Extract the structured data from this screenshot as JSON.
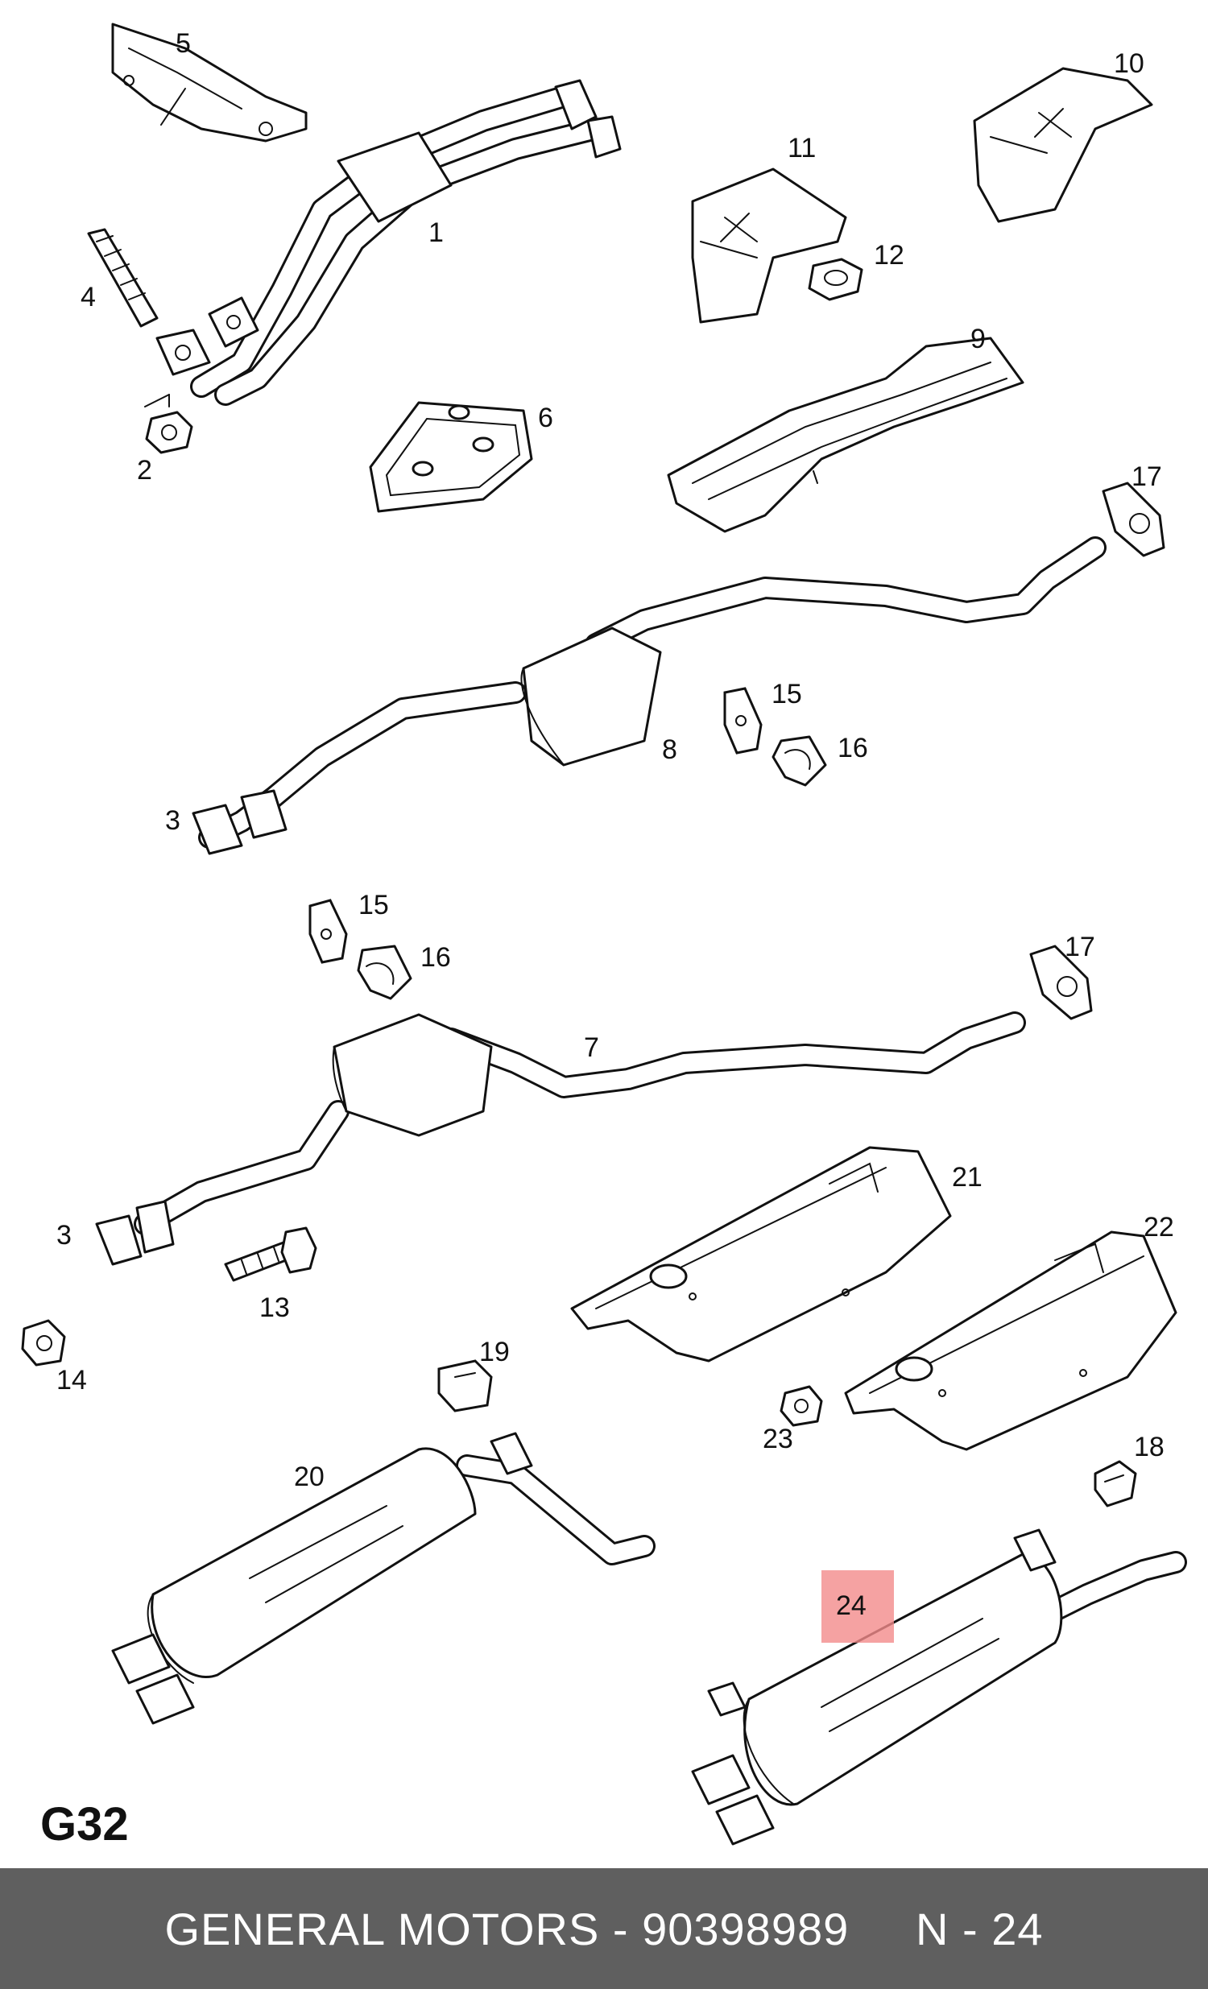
{
  "diagram": {
    "group_code": "G32",
    "part_labels": [
      "1",
      "2",
      "3",
      "4",
      "5",
      "6",
      "7",
      "8",
      "9",
      "10",
      "11",
      "12",
      "13",
      "14",
      "15",
      "16",
      "17",
      "18",
      "19",
      "20",
      "21",
      "22",
      "23",
      "24"
    ],
    "labels_second": {
      "p3b": "3",
      "p15b": "15",
      "p16b": "16",
      "p17b": "17"
    },
    "highlighted_part": "24",
    "highlight_color": "#f28b8b"
  },
  "footer": {
    "text": "GENERAL MOTORS - 90398989     N - 24",
    "background": "#5f5f5f",
    "text_color": "#ffffff"
  }
}
